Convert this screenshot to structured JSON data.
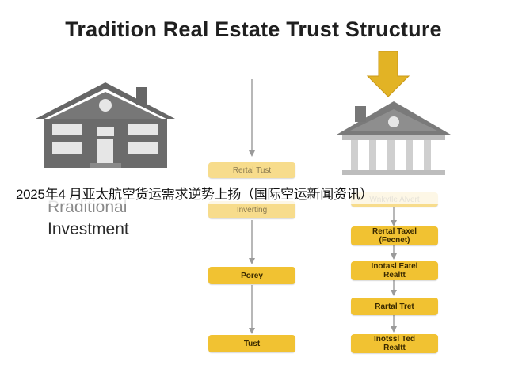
{
  "title": "Tradition Real Estate Trust Structure",
  "left": {
    "label_faded": "Rraditional",
    "label_main": "Investment"
  },
  "center_flow": [
    "Rertal Tust",
    "Inverting",
    "Porey",
    "Tust"
  ],
  "right_flow": [
    "Wnkytle Alvert",
    "Rertal Taxel\n(Fecnet)",
    "Inotasl Eatel\nRealtt",
    "Rartal Tret",
    "Inotssl Ted\nRealtt"
  ],
  "overlay_caption": "2025年4 月亚太航空货运需求逆势上扬（国际空运新闻资讯）",
  "colors": {
    "box": "#f1c232",
    "arrow": "#e2b325",
    "house": "#666666",
    "connector": "#9a9a9a"
  }
}
